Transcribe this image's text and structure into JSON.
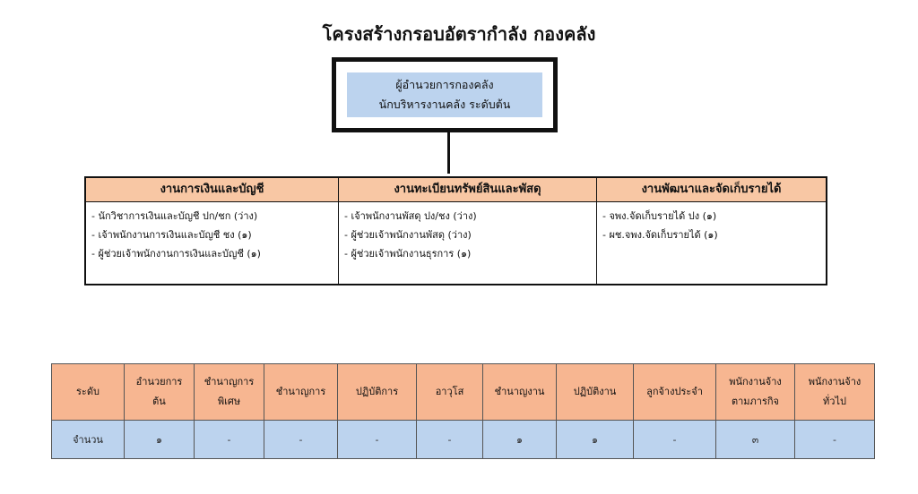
{
  "title": "โครงสร้างกรอบอัตรากำลัง กองคลัง",
  "head": {
    "line1": "ผู้อำนวยการกองคลัง",
    "line2": "นักบริหารงานคลัง ระดับต้น"
  },
  "units": [
    {
      "name": "งานการเงินและบัญชี",
      "items": [
        "นักวิชาการเงินและบัญชี ปก/ชก (ว่าง)",
        "เจ้าพนักงานการเงินและบัญชี ชง (๑)",
        "ผู้ช่วยเจ้าพนักงานการเงินและบัญชี (๑)"
      ]
    },
    {
      "name": "งานทะเบียนทรัพย์สินและพัสดุ",
      "items": [
        "เจ้าพนักงานพัสดุ ปง/ชง (ว่าง)",
        "ผู้ช่วยเจ้าพนักงานพัสดุ (ว่าง)",
        "ผู้ช่วยเจ้าพนักงานธุรการ (๑)"
      ]
    },
    {
      "name": "งานพัฒนาและจัดเก็บรายได้",
      "items": [
        "จพง.จัดเก็บรายได้ ปง (๑)",
        "ผช.จพง.จัดเก็บรายได้ (๑)"
      ]
    }
  ],
  "stats": {
    "row_header": "ระดับ",
    "columns": [
      {
        "line1": "อำนวยการ",
        "line2": "ต้น"
      },
      {
        "line1": "ชำนาญการ",
        "line2": "พิเศษ"
      },
      {
        "line1": "ชำนาญการ",
        "line2": ""
      },
      {
        "line1": "ปฏิบัติการ",
        "line2": ""
      },
      {
        "line1": "อาวุโส",
        "line2": ""
      },
      {
        "line1": "ชำนาญงาน",
        "line2": ""
      },
      {
        "line1": "ปฏิบัติงาน",
        "line2": ""
      },
      {
        "line1": "ลูกจ้างประจำ",
        "line2": ""
      },
      {
        "line1": "พนักงานจ้าง",
        "line2": "ตามภารกิจ"
      },
      {
        "line1": "พนักงานจ้าง",
        "line2": "ทั่วไป"
      }
    ],
    "row_label": "จำนวน",
    "values": [
      "๑",
      "-",
      "-",
      "-",
      "-",
      "๑",
      "๑",
      "-",
      "๓",
      "-"
    ]
  },
  "colors": {
    "head_fill": "#bcd3ee",
    "unit_header": "#f8c7a4",
    "table_header": "#f7b691",
    "table_row": "#bcd3ee"
  }
}
